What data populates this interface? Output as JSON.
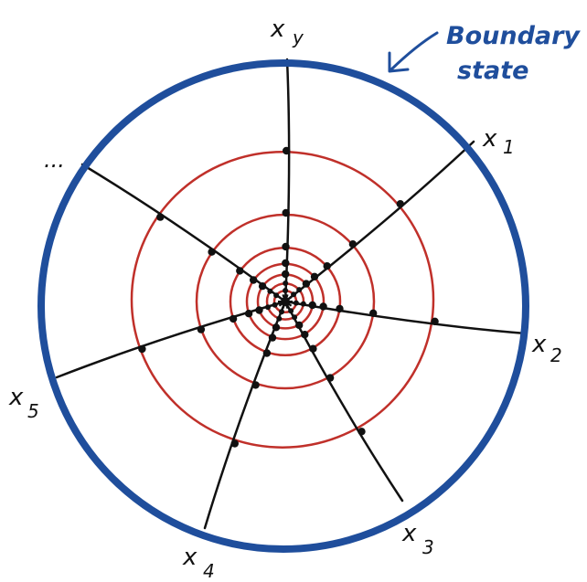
{
  "annotation": {
    "line1": "Boundary",
    "line2": "state"
  },
  "labels": {
    "xy": "x",
    "xy_sub": "y",
    "x1": "x",
    "x1_sub": "1",
    "x2": "x",
    "x2_sub": "2",
    "x3": "x",
    "x3_sub": "3",
    "x4": "x",
    "x4_sub": "4",
    "x5": "x",
    "x5_sub": "5",
    "ellipsis": "..."
  },
  "colors": {
    "boundary": "#1f4e9c",
    "rings": "#c0302a",
    "spokes": "#111111",
    "annotation": "#1f4e9c"
  }
}
